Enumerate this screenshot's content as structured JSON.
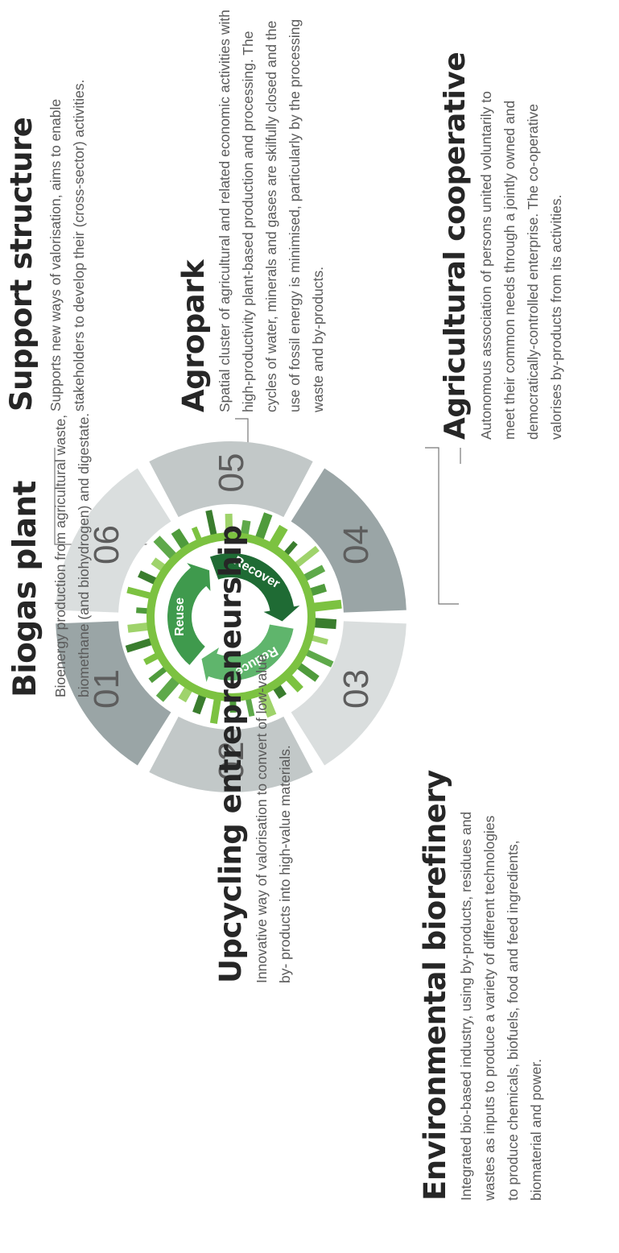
{
  "segments": [
    {
      "num": "01",
      "title": "Biogas plant",
      "desc": "Bioenergy production from agricultural waste, biomethane (and biohydrogen) and digestate.",
      "color": "#9aa5a6"
    },
    {
      "num": "02",
      "title": "Upcycling entrepreneurship",
      "desc": "Innovative way of valorisation to convert of low-value by- products into high-value materials.",
      "color": "#c2c8c8"
    },
    {
      "num": "03",
      "title": "Environmental biorefinery",
      "desc": "Integrated bio-based industry, using by-products, residues and wastes as inputs to produce a variety of different technologies to produce chemicals, biofuels, food and feed ingredients, biomaterial and power.",
      "color": "#dadede"
    },
    {
      "num": "04",
      "title": "Agricultural cooperative",
      "desc": "Autonomous association of persons united voluntarily to meet their common needs through a jointly owned and democratically-controlled enterprise. The co-operative valorises by-products from its activities.",
      "color": "#9aa5a6"
    },
    {
      "num": "05",
      "title": "Agropark",
      "desc": "Spatial cluster of agricultural and related economic activities with high-productivity plant-based production and processing. The cycles of water, minerals and gases are skilfully closed and the use of fossil energy is minimised, particularly by the processing waste and by-products.",
      "color": "#c2c8c8"
    },
    {
      "num": "06",
      "title": "Support structure",
      "desc": "Supports new ways of valorisation, aims to enable stakeholders to develop their (cross-sector) activities.",
      "color": "#dadede"
    }
  ],
  "center": {
    "arrows": [
      "Reuse",
      "Recover",
      "Reduce"
    ],
    "arrow_colors": [
      "#3f9a4d",
      "#1f6b34",
      "#5fb56c"
    ],
    "ring_color": "#7cc241"
  }
}
